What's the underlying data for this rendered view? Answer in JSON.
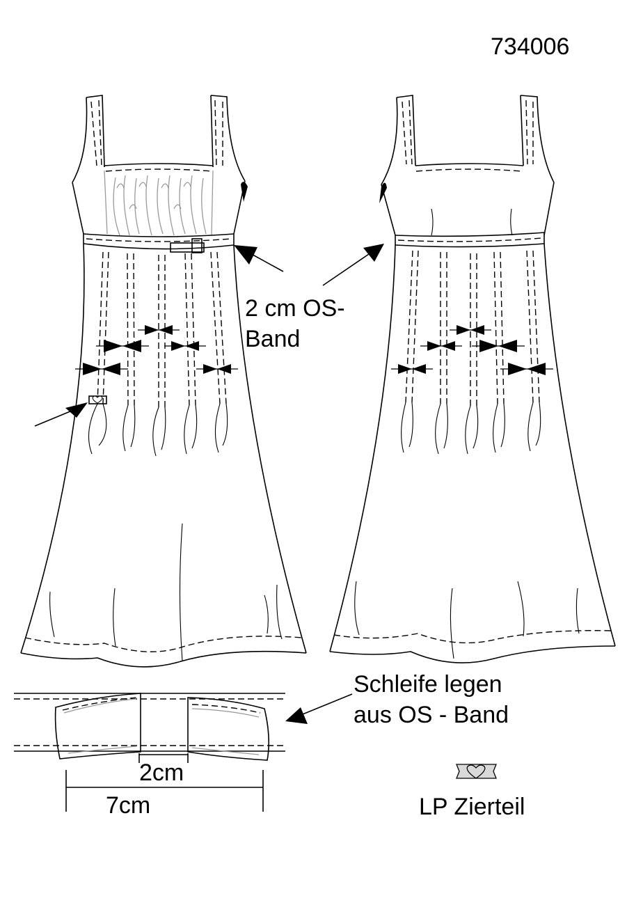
{
  "style_number": "734006",
  "annotations": {
    "band_label_line1": "2 cm OS-",
    "band_label_line2": "Band",
    "bow_label_line1": "Schleife legen",
    "bow_label_line2": "aus OS - Band",
    "dim_inner": "2cm",
    "dim_outer": "7cm",
    "ornament_label": "LP Zierteil"
  },
  "colors": {
    "line": "#000000",
    "gather": "#999999",
    "ornament_fill": "#d9d9d9"
  },
  "icons": {
    "ornament": "heart-clasp-icon",
    "pointer": "arrow-icon",
    "bow": "bow-icon"
  }
}
